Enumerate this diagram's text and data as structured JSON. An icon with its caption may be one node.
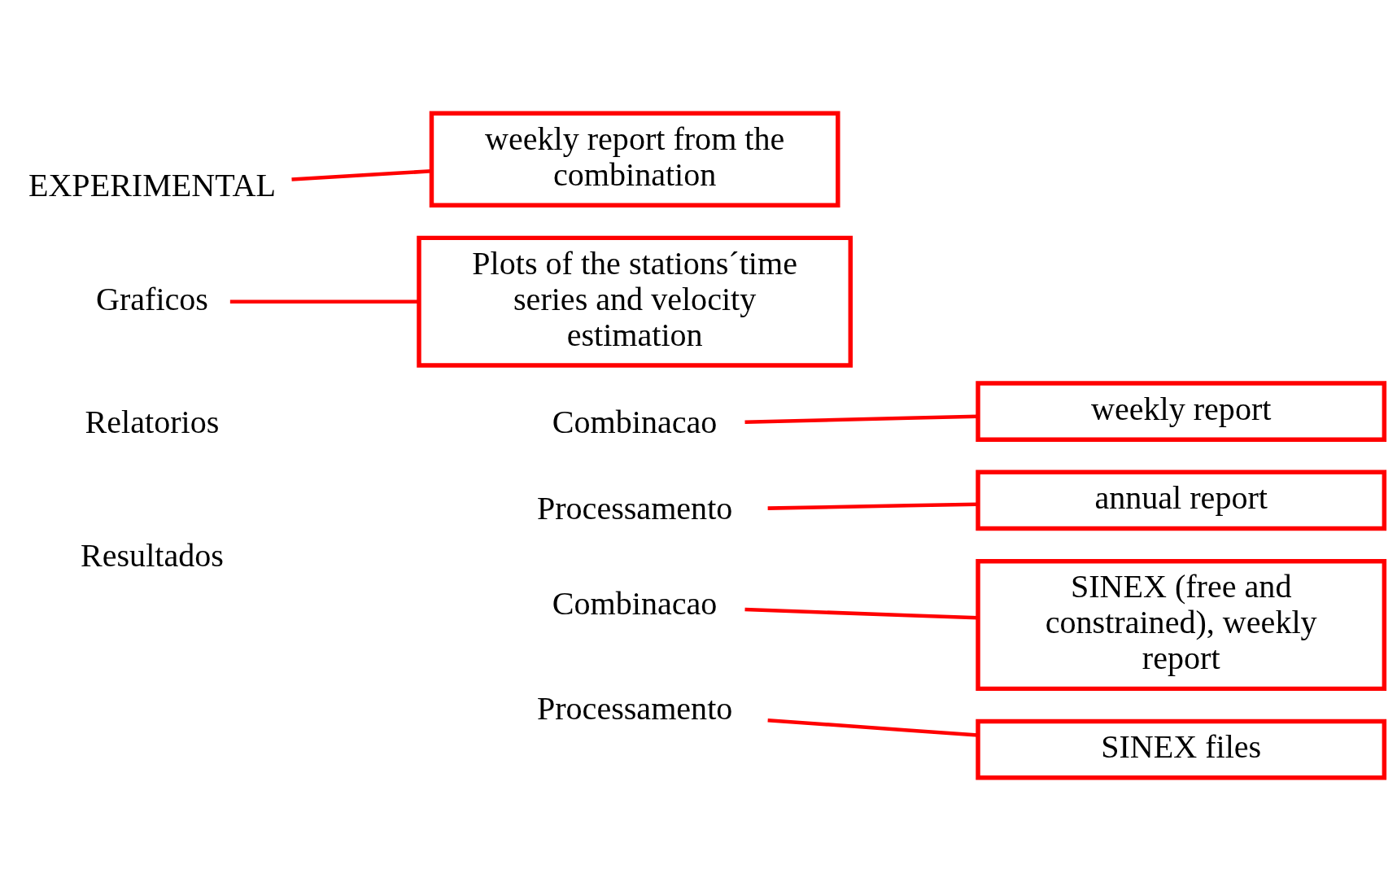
{
  "diagram": {
    "nodes": [
      {
        "text": [
          "EXPERIMENTAL"
        ]
      },
      {
        "text": [
          "weekly report from the combination"
        ]
      },
      {
        "text": [
          "Graficos"
        ]
      },
      {
        "text": [
          "Plots of the stations´time series and velocity estimation"
        ]
      },
      {
        "text": [
          "Relatorios"
        ]
      },
      {
        "text": [
          "Combinacao"
        ]
      },
      {
        "text": [
          "weekly report"
        ]
      },
      {
        "text": [
          "Processamento"
        ]
      },
      {
        "text": [
          "annual report"
        ]
      },
      {
        "text": [
          "Resultados"
        ]
      },
      {
        "text": [
          "Combinacao"
        ]
      },
      {
        "text": [
          "SINEX (free and constrained), weekly report"
        ]
      },
      {
        "text": [
          "Processamento"
        ]
      },
      {
        "text": [
          "SINEX files"
        ]
      }
    ],
    "edges": [
      {
        "from": 0,
        "to": 1,
        "arrow": "none"
      },
      {
        "from": 2,
        "to": 3,
        "arrow": "none"
      },
      {
        "from": 5,
        "to": 6,
        "arrow": "none"
      },
      {
        "from": 7,
        "to": 8,
        "arrow": "none"
      },
      {
        "from": 10,
        "to": 11,
        "arrow": "none"
      },
      {
        "from": 12,
        "to": 13,
        "arrow": "none"
      }
    ]
  }
}
